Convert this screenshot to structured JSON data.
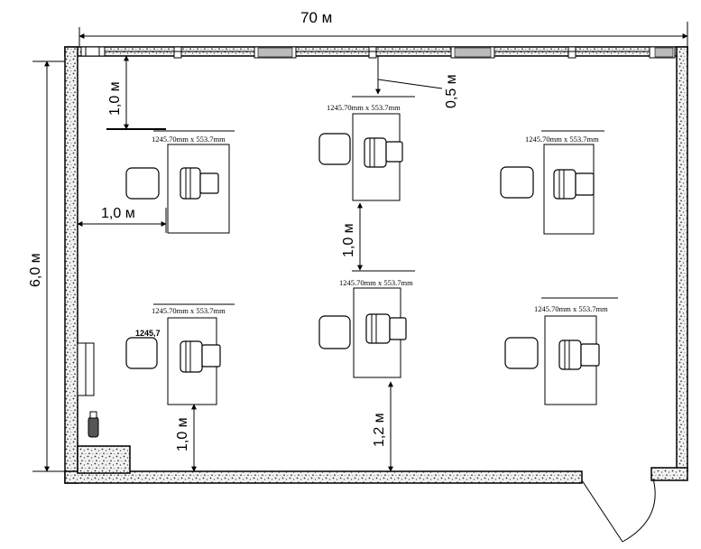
{
  "dimensions": {
    "top_width": "70  м",
    "left_height": "6,0 м",
    "wall_clear_top": "1,0 м",
    "wall_clear_left": "1,0 м",
    "lamp_offset": "0,5 м",
    "aisle_between_rows": "1,0 м",
    "bottom_left_clear": "1,0 м",
    "bottom_mid_clear": "1,2 м"
  },
  "workstations": [
    {
      "label": "1245.70mm x 553.7mm"
    },
    {
      "label": "1245.70mm x 553.7mm"
    },
    {
      "label": "1245.70mm x 553.7mm"
    },
    {
      "label": "1245.70mm x 553.7mm"
    },
    {
      "label": "1245.70mm x 553.7mm"
    },
    {
      "label": "1245.70mm x 553.7mm"
    }
  ],
  "chair_label": "1245,7"
}
